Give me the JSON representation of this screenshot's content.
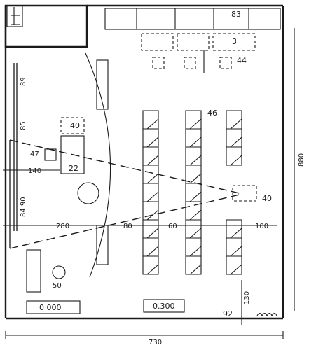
{
  "labels": {
    "label_83": "83",
    "label_3": "3",
    "label_44": "44",
    "label_46": "46",
    "label_40_top": "40",
    "label_40_right": "40",
    "label_47": "47",
    "label_22": "22",
    "label_50": "50",
    "label_92": "92",
    "label_0000": "0 000",
    "label_0300": "0.300"
  },
  "dimensions": {
    "dim_89": "89",
    "dim_85": "85",
    "dim_84_90": "84 90",
    "dim_140": "140",
    "dim_280": "280",
    "dim_80": "80",
    "dim_60": "60",
    "dim_100": "100",
    "dim_130": "130",
    "dim_880": "880",
    "dim_730": "730"
  }
}
